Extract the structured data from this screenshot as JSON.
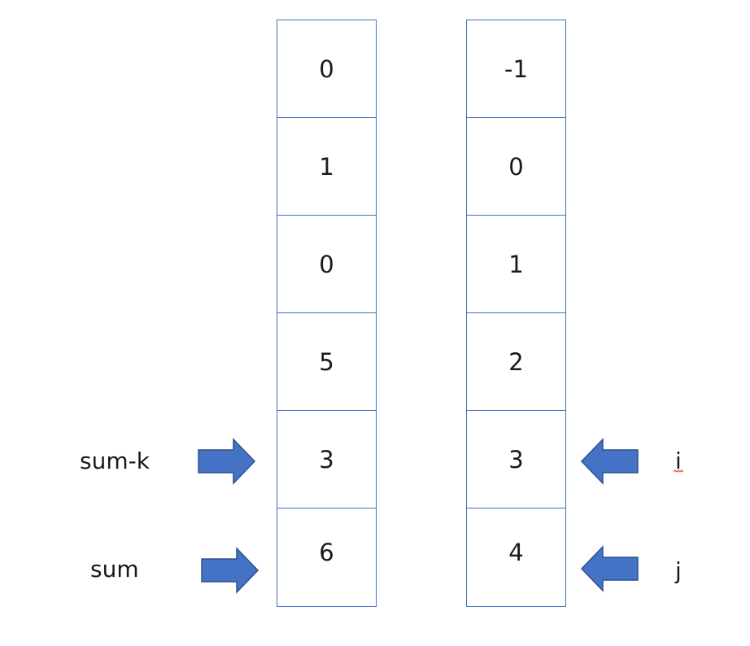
{
  "left_column": {
    "cells": [
      "0",
      "1",
      "0",
      "5",
      "3",
      "6"
    ]
  },
  "right_column": {
    "cells": [
      "-1",
      "0",
      "1",
      "2",
      "3",
      "4"
    ]
  },
  "labels": {
    "sum_k": "sum-k",
    "sum": "sum",
    "i": "i",
    "j": "j"
  },
  "colors": {
    "box_border": "#4472c4",
    "arrow_fill": "#4472c4",
    "arrow_stroke": "#2f528f",
    "spellcheck": "#e03030"
  }
}
